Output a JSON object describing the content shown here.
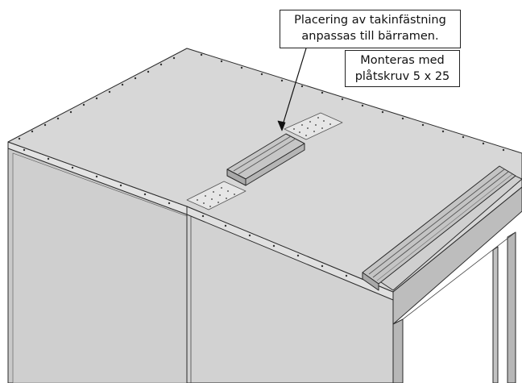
{
  "callouts": {
    "placement": {
      "line1": "Placering av takinfästning",
      "line2": "anpassas till bärramen."
    },
    "mounting": {
      "line1": "Monteras med",
      "line2": "plåtskruv 5 x 25"
    }
  },
  "colors": {
    "roof": "#d7d7d7",
    "side_wall": "#cbcbcb",
    "front_wall": "#d2d2d2",
    "edge": "#2a2a2a",
    "rail": "#c4c4c4",
    "plate": "#e6e6e6"
  }
}
